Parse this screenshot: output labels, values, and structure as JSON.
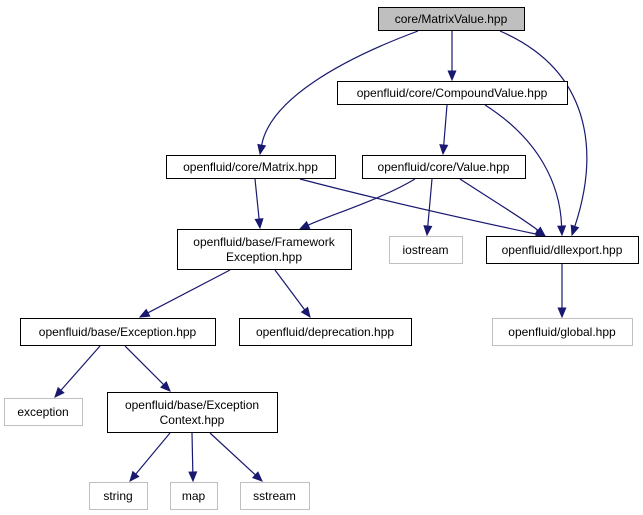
{
  "graph": {
    "nodes": {
      "matrixvalue": {
        "lines": [
          "core/MatrixValue.hpp"
        ],
        "style": "main"
      },
      "compoundvalue": {
        "lines": [
          "openfluid/core/CompoundValue.hpp"
        ],
        "style": "normal"
      },
      "matrix": {
        "lines": [
          "openfluid/core/Matrix.hpp"
        ],
        "style": "normal"
      },
      "value": {
        "lines": [
          "openfluid/core/Value.hpp"
        ],
        "style": "normal"
      },
      "frameworkexception": {
        "lines": [
          "openfluid/base/Framework",
          "Exception.hpp"
        ],
        "style": "normal"
      },
      "iostream": {
        "lines": [
          "iostream"
        ],
        "style": "external"
      },
      "dllexport": {
        "lines": [
          "openfluid/dllexport.hpp"
        ],
        "style": "normal"
      },
      "exception_hpp": {
        "lines": [
          "openfluid/base/Exception.hpp"
        ],
        "style": "normal"
      },
      "deprecation": {
        "lines": [
          "openfluid/deprecation.hpp"
        ],
        "style": "normal"
      },
      "global": {
        "lines": [
          "openfluid/global.hpp"
        ],
        "style": "external"
      },
      "exception": {
        "lines": [
          "exception"
        ],
        "style": "external"
      },
      "exceptioncontext": {
        "lines": [
          "openfluid/base/Exception",
          "Context.hpp"
        ],
        "style": "normal"
      },
      "string": {
        "lines": [
          "string"
        ],
        "style": "external"
      },
      "map": {
        "lines": [
          "map"
        ],
        "style": "external"
      },
      "sstream": {
        "lines": [
          "sstream"
        ],
        "style": "external"
      }
    },
    "edges": [
      [
        "matrixvalue",
        "compoundvalue"
      ],
      [
        "matrixvalue",
        "matrix"
      ],
      [
        "matrixvalue",
        "dllexport"
      ],
      [
        "compoundvalue",
        "value"
      ],
      [
        "compoundvalue",
        "dllexport"
      ],
      [
        "matrix",
        "frameworkexception"
      ],
      [
        "matrix",
        "dllexport"
      ],
      [
        "value",
        "frameworkexception"
      ],
      [
        "value",
        "iostream"
      ],
      [
        "value",
        "dllexport"
      ],
      [
        "frameworkexception",
        "exception_hpp"
      ],
      [
        "frameworkexception",
        "deprecation"
      ],
      [
        "dllexport",
        "global"
      ],
      [
        "exception_hpp",
        "exception"
      ],
      [
        "exception_hpp",
        "exceptioncontext"
      ],
      [
        "exceptioncontext",
        "string"
      ],
      [
        "exceptioncontext",
        "map"
      ],
      [
        "exceptioncontext",
        "sstream"
      ]
    ],
    "colors": {
      "edge": "#191970",
      "main_fill": "#bfbfbf",
      "external_border": "#bfbfbf",
      "border": "#000000"
    }
  }
}
